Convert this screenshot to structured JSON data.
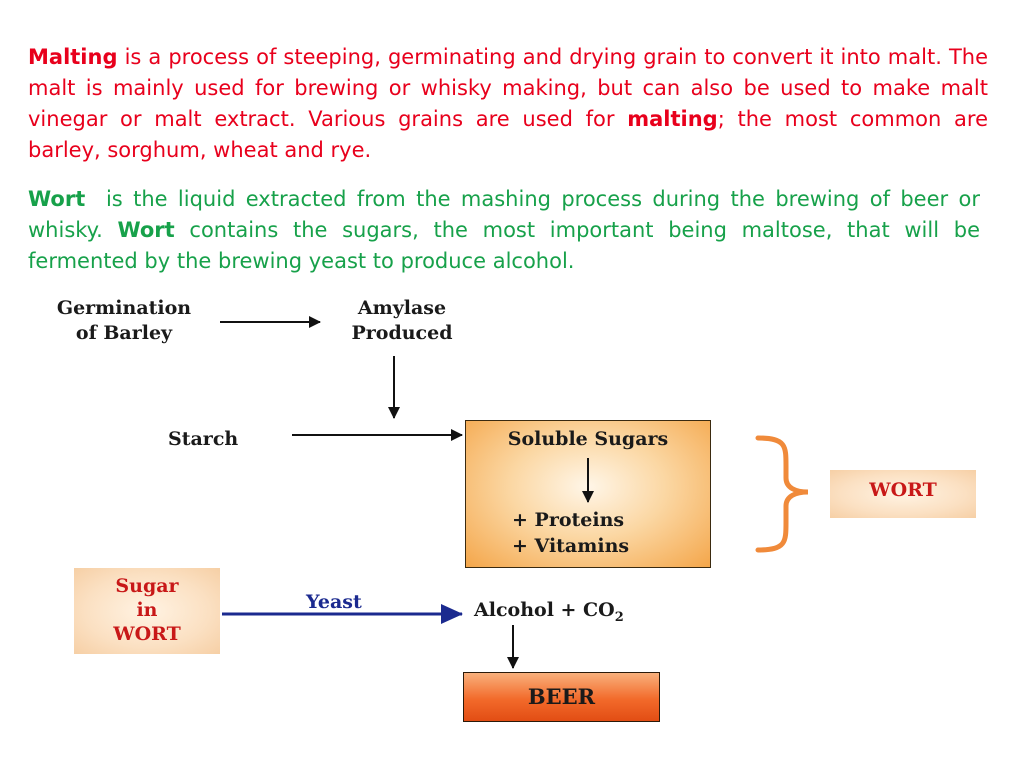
{
  "malting": {
    "term": "Malting",
    "text1": " is a process of steeping, germinating and drying grain to convert it into malt. The malt is mainly used for brewing or whisky making, but can also be used to make malt vinegar or malt extract. Various grains are used for ",
    "term2": "malting",
    "text2": "; the most common are barley, sorghum, wheat and rye."
  },
  "wort": {
    "term": "Wort",
    "text1": "  is the liquid extracted from the mashing process during the brewing of beer or whisky. ",
    "term2": "Wort",
    "text2": " contains the sugars, the most important being maltose, that will be fermented by the brewing yeast to produce alcohol."
  },
  "diagram": {
    "germination": [
      "Germination",
      "of Barley"
    ],
    "amylase": [
      "Amylase",
      "Produced"
    ],
    "starch": "Starch",
    "soluble_sugars": "Soluble Sugars",
    "proteins": "+ Proteins",
    "vitamins": "+ Vitamins",
    "wort_label": "WORT",
    "sugar_in_wort": [
      "Sugar",
      "in",
      "WORT"
    ],
    "yeast": "Yeast",
    "alcohol": "Alcohol + CO",
    "alcohol_sub": "2",
    "beer": "BEER"
  },
  "colors": {
    "malting_text": "#e8001c",
    "wort_text": "#17a14a",
    "yeast_arrow": "#1b2a8f",
    "brace": "#f08a3a"
  }
}
